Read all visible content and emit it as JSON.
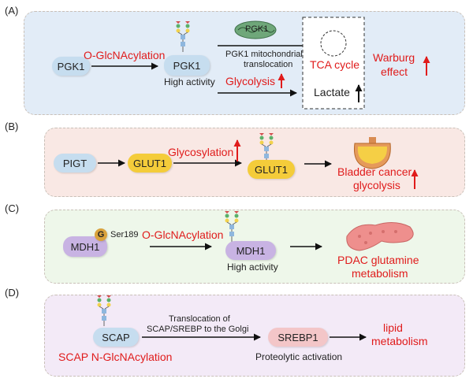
{
  "panels": {
    "a": {
      "label": "(A)",
      "pgk1_left": "PGK1",
      "o_glc": "O-GlcNAcylation",
      "pgk1_right": "PGK1",
      "high_activity": "High activity",
      "pgk1_mito": "PGK1",
      "mito_translocation_line1": "PGK1 mitochondrial",
      "mito_translocation_line2": "translocation",
      "glycolysis": "Glycolysis",
      "tca": "TCA cycle",
      "lactate": "Lactate",
      "warburg_line1": "Warburg",
      "warburg_line2": "effect"
    },
    "b": {
      "label": "(B)",
      "pigt": "PIGT",
      "glut1_left": "GLUT1",
      "glycosylation": "Glycosylation",
      "glut1_right": "GLUT1",
      "bladder_line1": "Bladder cancer",
      "bladder_line2": "glycolysis"
    },
    "c": {
      "label": "(C)",
      "mdh1_left": "MDH1",
      "g_badge": "G",
      "ser": "Ser189",
      "o_glc": "O-GlcNAcylation",
      "mdh1_right": "MDH1",
      "high_activity": "High activity",
      "pdac_line1": "PDAC glutamine",
      "pdac_line2": "metabolism"
    },
    "d": {
      "label": "(D)",
      "scap": "SCAP",
      "scap_n_glc": "SCAP N-GlcNAcylation",
      "transloc_line1": "Translocation of",
      "transloc_line2": "SCAP/SREBP to the Golgi",
      "srebp1": "SREBP1",
      "proteolytic": "Proteolytic activation",
      "lipid_line1": "lipid",
      "lipid_line2": "metabolism"
    }
  },
  "colors": {
    "panel_a_bg": "#e2ecf7",
    "panel_b_bg": "#f9e8e4",
    "panel_c_bg": "#eef7ea",
    "panel_d_bg": "#f3eaf7",
    "accent_red": "#e01b1b",
    "pill_blue": "#c6ddef",
    "pill_yellow": "#f4cc3a",
    "pill_purple": "#c8b3e3",
    "pill_pink": "#f3c6c8"
  },
  "icons": [
    "glycan-chain-icon",
    "mitochondrion-icon",
    "bladder-icon",
    "pancreas-icon"
  ]
}
